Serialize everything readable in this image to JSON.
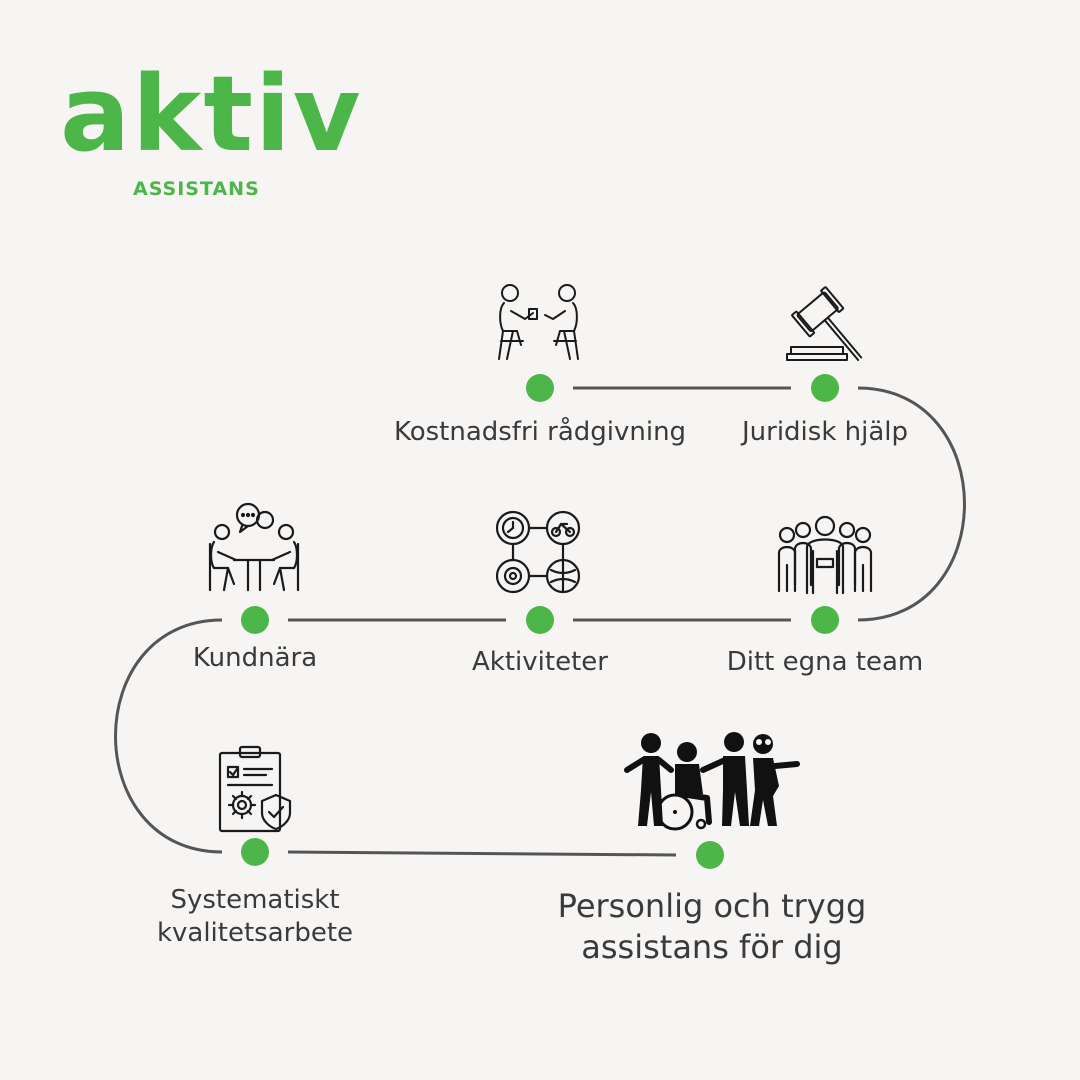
{
  "logo": {
    "word": "aktiv",
    "sub": "ASSISTANS",
    "color": "#4cb648"
  },
  "colors": {
    "node": "#4cb648",
    "path": "#555555",
    "icon": "#1a1a1a",
    "background": "#f7f5f3"
  },
  "steps": [
    {
      "label": "Kostnadsfri rådgivning",
      "icon": "consultation-icon"
    },
    {
      "label": "Juridisk hjälp",
      "icon": "gavel-icon"
    },
    {
      "label": "Ditt egna team",
      "icon": "team-icon"
    },
    {
      "label": "Aktiviteter",
      "icon": "activities-icon"
    },
    {
      "label": "Kundnära",
      "icon": "meeting-icon"
    },
    {
      "label": "Systematiskt kvalitetsarbete",
      "icon": "quality-checklist-icon"
    },
    {
      "label": "Personlig och trygg assistans för dig",
      "icon": "group-assistance-icon"
    }
  ]
}
